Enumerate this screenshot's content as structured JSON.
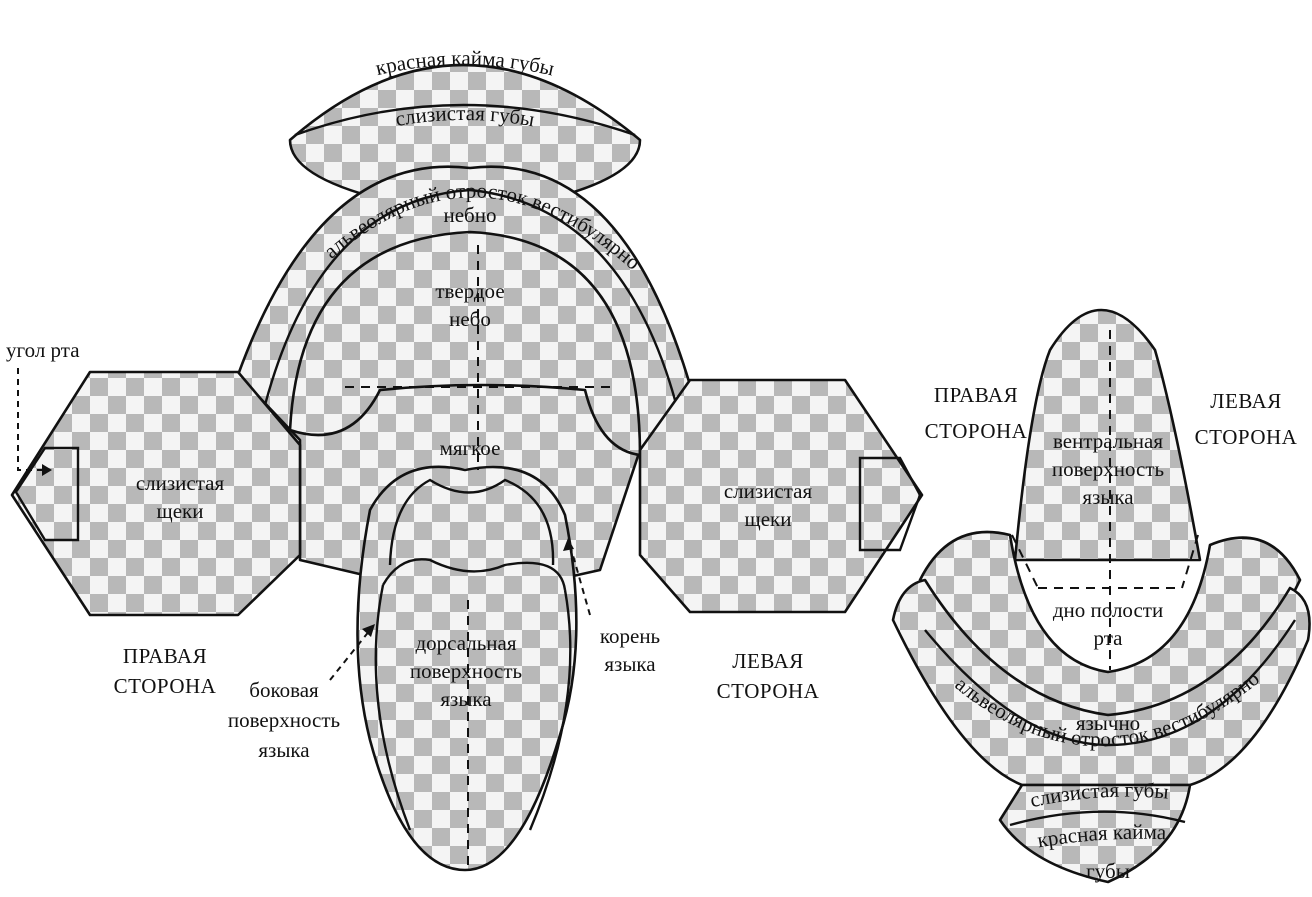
{
  "colors": {
    "ink": "#111111",
    "checker_light": "#f4f4f4",
    "checker_dark": "#b8b8b8",
    "background": "#ffffff"
  },
  "diagram": {
    "upper": {
      "lip_red_border": "красная кайма губы",
      "lip_mucosa": "слизистая губы",
      "alveolar_vestibular": "альвеолярный отросток вестибулярно",
      "palate": "небно",
      "hard_palate_1": "твердое",
      "hard_palate_2": "небо",
      "soft_palate": "мягкое",
      "mouth_corner": "угол рта",
      "cheek_right_1": "слизистая",
      "cheek_right_2": "щеки",
      "cheek_left_1": "слизистая",
      "cheek_left_2": "щеки",
      "right_side_1": "ПРАВАЯ",
      "right_side_2": "СТОРОНА",
      "left_side_1": "ЛЕВАЯ",
      "left_side_2": "СТОРОНА",
      "tongue_dorsal_1": "дорсальная",
      "tongue_dorsal_2": "поверхность",
      "tongue_dorsal_3": "языка",
      "tongue_root_1": "корень",
      "tongue_root_2": "языка",
      "tongue_lateral_1": "боковая",
      "tongue_lateral_2": "поверхность",
      "tongue_lateral_3": "языка"
    },
    "lower": {
      "right_side_1": "ПРАВАЯ",
      "right_side_2": "СТОРОНА",
      "left_side_1": "ЛЕВАЯ",
      "left_side_2": "СТОРОНА",
      "ventral_1": "вентральная",
      "ventral_2": "поверхность",
      "ventral_3": "языка",
      "floor_1": "дно полости",
      "floor_2": "рта",
      "lingual": "язычно",
      "alveolar_vestibular": "альвеолярный отросток вестибулярно",
      "lip_mucosa": "слизистая губы",
      "lip_red_1": "красная кайма",
      "lip_red_2": "губы"
    }
  }
}
